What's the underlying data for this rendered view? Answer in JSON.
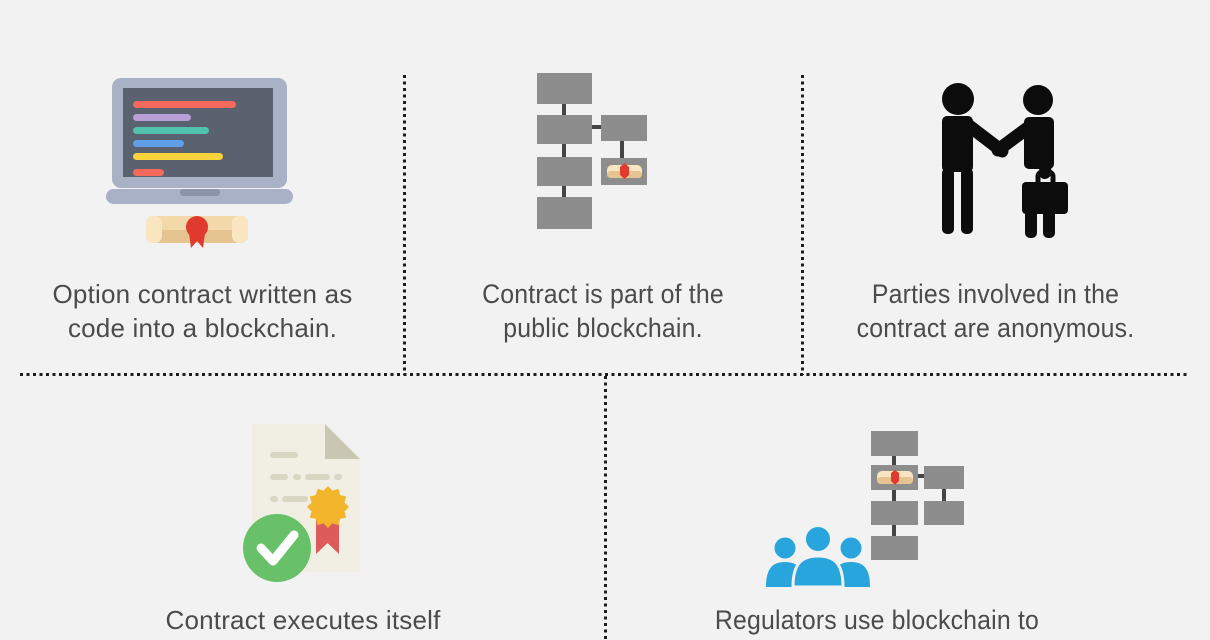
{
  "colors": {
    "bg": "#f2f2f2",
    "divider": "#1d1d1d",
    "caption": "#4b4b4b",
    "block-gray": "#8d8d8d",
    "connector": "#454545",
    "laptop-frame": "#a9b1c7",
    "laptop-screen": "#5a6270",
    "laptop-notch": "#8c94aa",
    "code-red": "#f4695b",
    "code-purple": "#b79fd8",
    "code-teal": "#52c1ae",
    "code-blue": "#5f9fe8",
    "code-yellow": "#fcd23c",
    "scroll-tan": "#f3d9a9",
    "scroll-tan-dark": "#e6c492",
    "scroll-tan-light": "#f9e6c0",
    "seal-red": "#e0392e",
    "silhouette": "#0c0c0c",
    "paper": "#f1efe3",
    "paper-fold": "#c9c6b3",
    "paper-line": "#d9d6c4",
    "rosette-gold": "#f2b52c",
    "ribbon-red": "#dd5b5b",
    "check-green": "#68c168",
    "people-blue": "#29a5de"
  },
  "panels": [
    {
      "icon": "laptop-code-with-contract-seal",
      "caption_line1": "Option contract written as",
      "caption_line2": "code into a blockchain."
    },
    {
      "icon": "blockchain-diagram-with-contract-node",
      "caption_line1": "Contract is part of the",
      "caption_line2": "public blockchain."
    },
    {
      "icon": "handshake-silhouette",
      "caption_line1": "Parties involved in the",
      "caption_line2": "contract are anonymous."
    },
    {
      "icon": "approved-contract-document",
      "caption_line1": "Contract executes itself",
      "caption_line2": ""
    },
    {
      "icon": "regulators-group-with-blockchain",
      "caption_line1": "Regulators use blockchain to",
      "caption_line2": ""
    }
  ]
}
